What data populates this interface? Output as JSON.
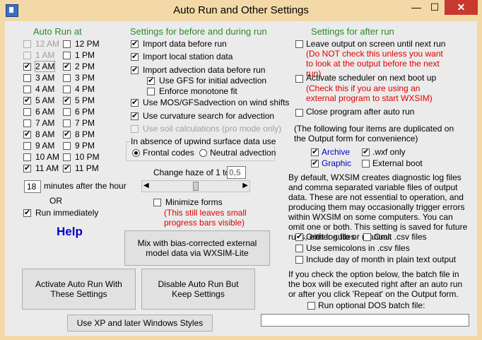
{
  "window": {
    "title": "Auto Run and Other Settings",
    "min": "—",
    "max": "☐",
    "close": "✕"
  },
  "autorun": {
    "heading": "Auto Run at",
    "am": [
      "12 AM",
      "1 AM",
      "2 AM",
      "3 AM",
      "4 AM",
      "5 AM",
      "6 AM",
      "7 AM",
      "8 AM",
      "9 AM",
      "10 AM",
      "11 AM"
    ],
    "pm": [
      "12 PM",
      "1 PM",
      "2 PM",
      "3 PM",
      "4 PM",
      "5 PM",
      "6 PM",
      "7 PM",
      "8 PM",
      "9 PM",
      "10 PM",
      "11 PM"
    ],
    "minutes_value": "18",
    "minutes_label": "minutes after the hour",
    "or": "OR",
    "run_immediately": "Run immediately",
    "help": "Help"
  },
  "before": {
    "heading": "Settings for before and during run",
    "import_data": "Import data before run",
    "import_local": "Import local station data",
    "import_advection": "Import advection data before run",
    "use_gfs": "Use GFS for initial advection",
    "enforce_monotone": "Enforce monotone fit",
    "use_mos": "Use MOS/GFSadvection on wind shifts",
    "curvature": "Use curvature search for advection",
    "soil": "Use soil calculations (pro mode only)",
    "absence_label": "In absence of upwind surface data use",
    "frontal": "Frontal codes",
    "neutral": "Neutral advection",
    "haze_label": "Change haze of 1 to",
    "haze_value": "0,5",
    "slider_value": 0.5,
    "minimize_forms": "Minimize forms",
    "minimize_note": "(This still leaves small progress bars visible)",
    "mix_button": "Mix with bias-corrected external model data via WXSIM-Lite"
  },
  "after": {
    "heading": "Settings for after run",
    "leave_output": "Leave output on screen until next run",
    "leave_note": "(Do NOT check this unless you want to look at the output before the next run)",
    "scheduler": "Activate scheduler on next boot up",
    "scheduler_note": "(Check this if you are using an external program to start WXSIM)",
    "close_program": "Close program after auto run",
    "dup_note": "(The following four items are duplicated on the Output form for convenience)",
    "archive": "Archive",
    "wxf_only": ".wxf only",
    "graphic": "Graphic",
    "external_boot": "External boot",
    "log_note": "By default, WXSIM creates diagnostic log files and comma separated variable files of output data. These are not essential to operation, and producing them may occasionally trigger errors within WXSIM on some computers.  You can omit one or both.  This setting is saved for future runs, either auto or manual.",
    "omit_log": "Omit log files",
    "omit_csv": "Omit .csv files",
    "semicolons": "Use semicolons in .csv files",
    "day_of_month": "Include day of month in plain text output",
    "batch_note": "If you check the option below, the batch file in the box will be executed right after an auto run or after you click 'Repeat' on the Output form.",
    "run_batch": "Run optional DOS batch file:",
    "batch_value": ""
  },
  "buttons": {
    "activate": "Activate Auto Run With  These Settings",
    "disable": "Disable Auto Run But Keep Settings",
    "xp_styles": "Use XP and later Windows Styles"
  },
  "colors": {
    "heading_green": "#2e8b2e",
    "warning_red": "#e00000",
    "help_blue": "#0000cc",
    "frame": "#f3d9a7"
  }
}
